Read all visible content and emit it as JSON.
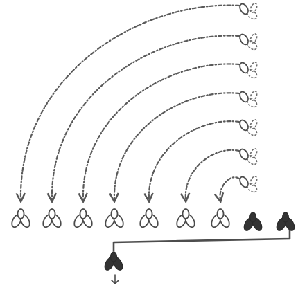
{
  "diagram": {
    "stroke_color": "#5a5a5a",
    "fill_color": "#333333",
    "right_column_icon": "dashed-flower-icon",
    "bottom_row_icon": "outline-flower-icon",
    "dark_icon": "solid-flower-icon",
    "arc_count": 7,
    "outline_flower_count": 7,
    "solid_flower_count": 3
  }
}
